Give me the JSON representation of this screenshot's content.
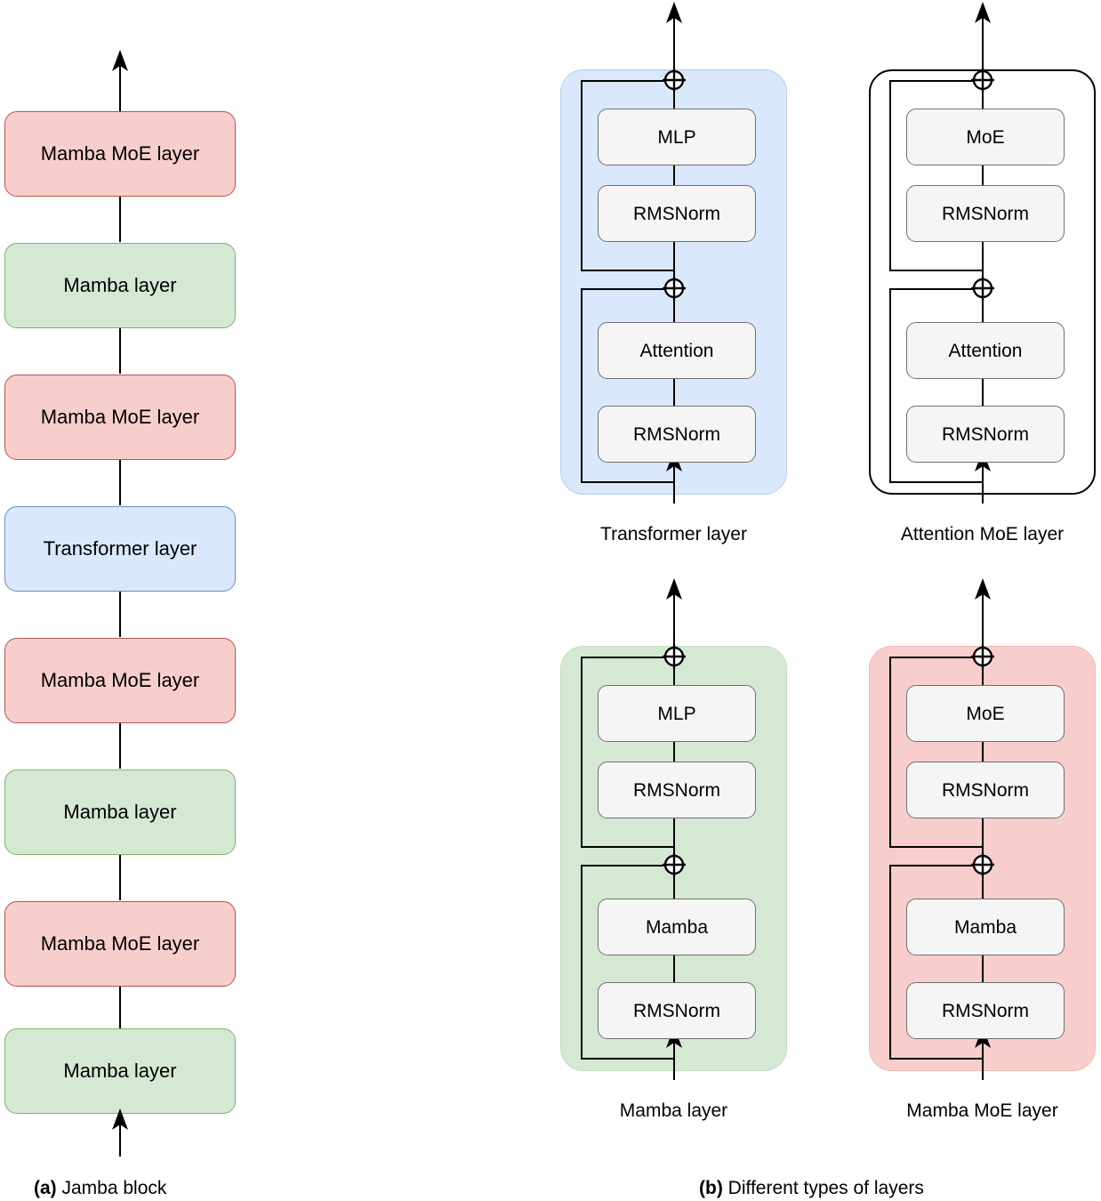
{
  "figure": {
    "captions": [
      {
        "tag": "(a)",
        "text": " Jamba block"
      },
      {
        "tag": "(b)",
        "text": " Different types of layers"
      }
    ]
  },
  "colors": {
    "moe_fill": "#f8cecc",
    "moe_stroke": "#b85450",
    "mamba_fill": "#d5e8d4",
    "mamba_stroke": "#82b366",
    "transformer_fill": "#dae8fc",
    "transformer_stroke": "#6c8ebf",
    "subbox_fill": "#f5f5f5",
    "subbox_stroke": "#707070",
    "line": "#000000"
  },
  "jamba_block": {
    "layers": [
      {
        "label": "Mamba MoE layer",
        "kind": "moe"
      },
      {
        "label": "Mamba layer",
        "kind": "mamba"
      },
      {
        "label": "Mamba MoE layer",
        "kind": "moe"
      },
      {
        "label": "Transformer layer",
        "kind": "transformer"
      },
      {
        "label": "Mamba MoE layer",
        "kind": "moe"
      },
      {
        "label": "Mamba layer",
        "kind": "mamba"
      },
      {
        "label": "Mamba MoE layer",
        "kind": "moe"
      },
      {
        "label": "Mamba layer",
        "kind": "mamba"
      }
    ]
  },
  "layer_types": {
    "transformer": {
      "caption": "Transformer layer",
      "blocks": [
        "MLP",
        "RMSNorm",
        "Attention",
        "RMSNorm"
      ],
      "adders": [
        "plus",
        "plus"
      ]
    },
    "attention_moe": {
      "caption": "Attention MoE layer",
      "blocks": [
        "MoE",
        "RMSNorm",
        "Attention",
        "RMSNorm"
      ],
      "adders": [
        "plus",
        "plus"
      ]
    },
    "mamba": {
      "caption": "Mamba layer",
      "blocks": [
        "MLP",
        "RMSNorm",
        "Mamba",
        "RMSNorm"
      ],
      "adders": [
        "plus",
        "plus"
      ]
    },
    "mamba_moe": {
      "caption": "Mamba MoE layer",
      "blocks": [
        "MoE",
        "RMSNorm",
        "Mamba",
        "RMSNorm"
      ],
      "adders": [
        "plus",
        "plus"
      ]
    }
  }
}
